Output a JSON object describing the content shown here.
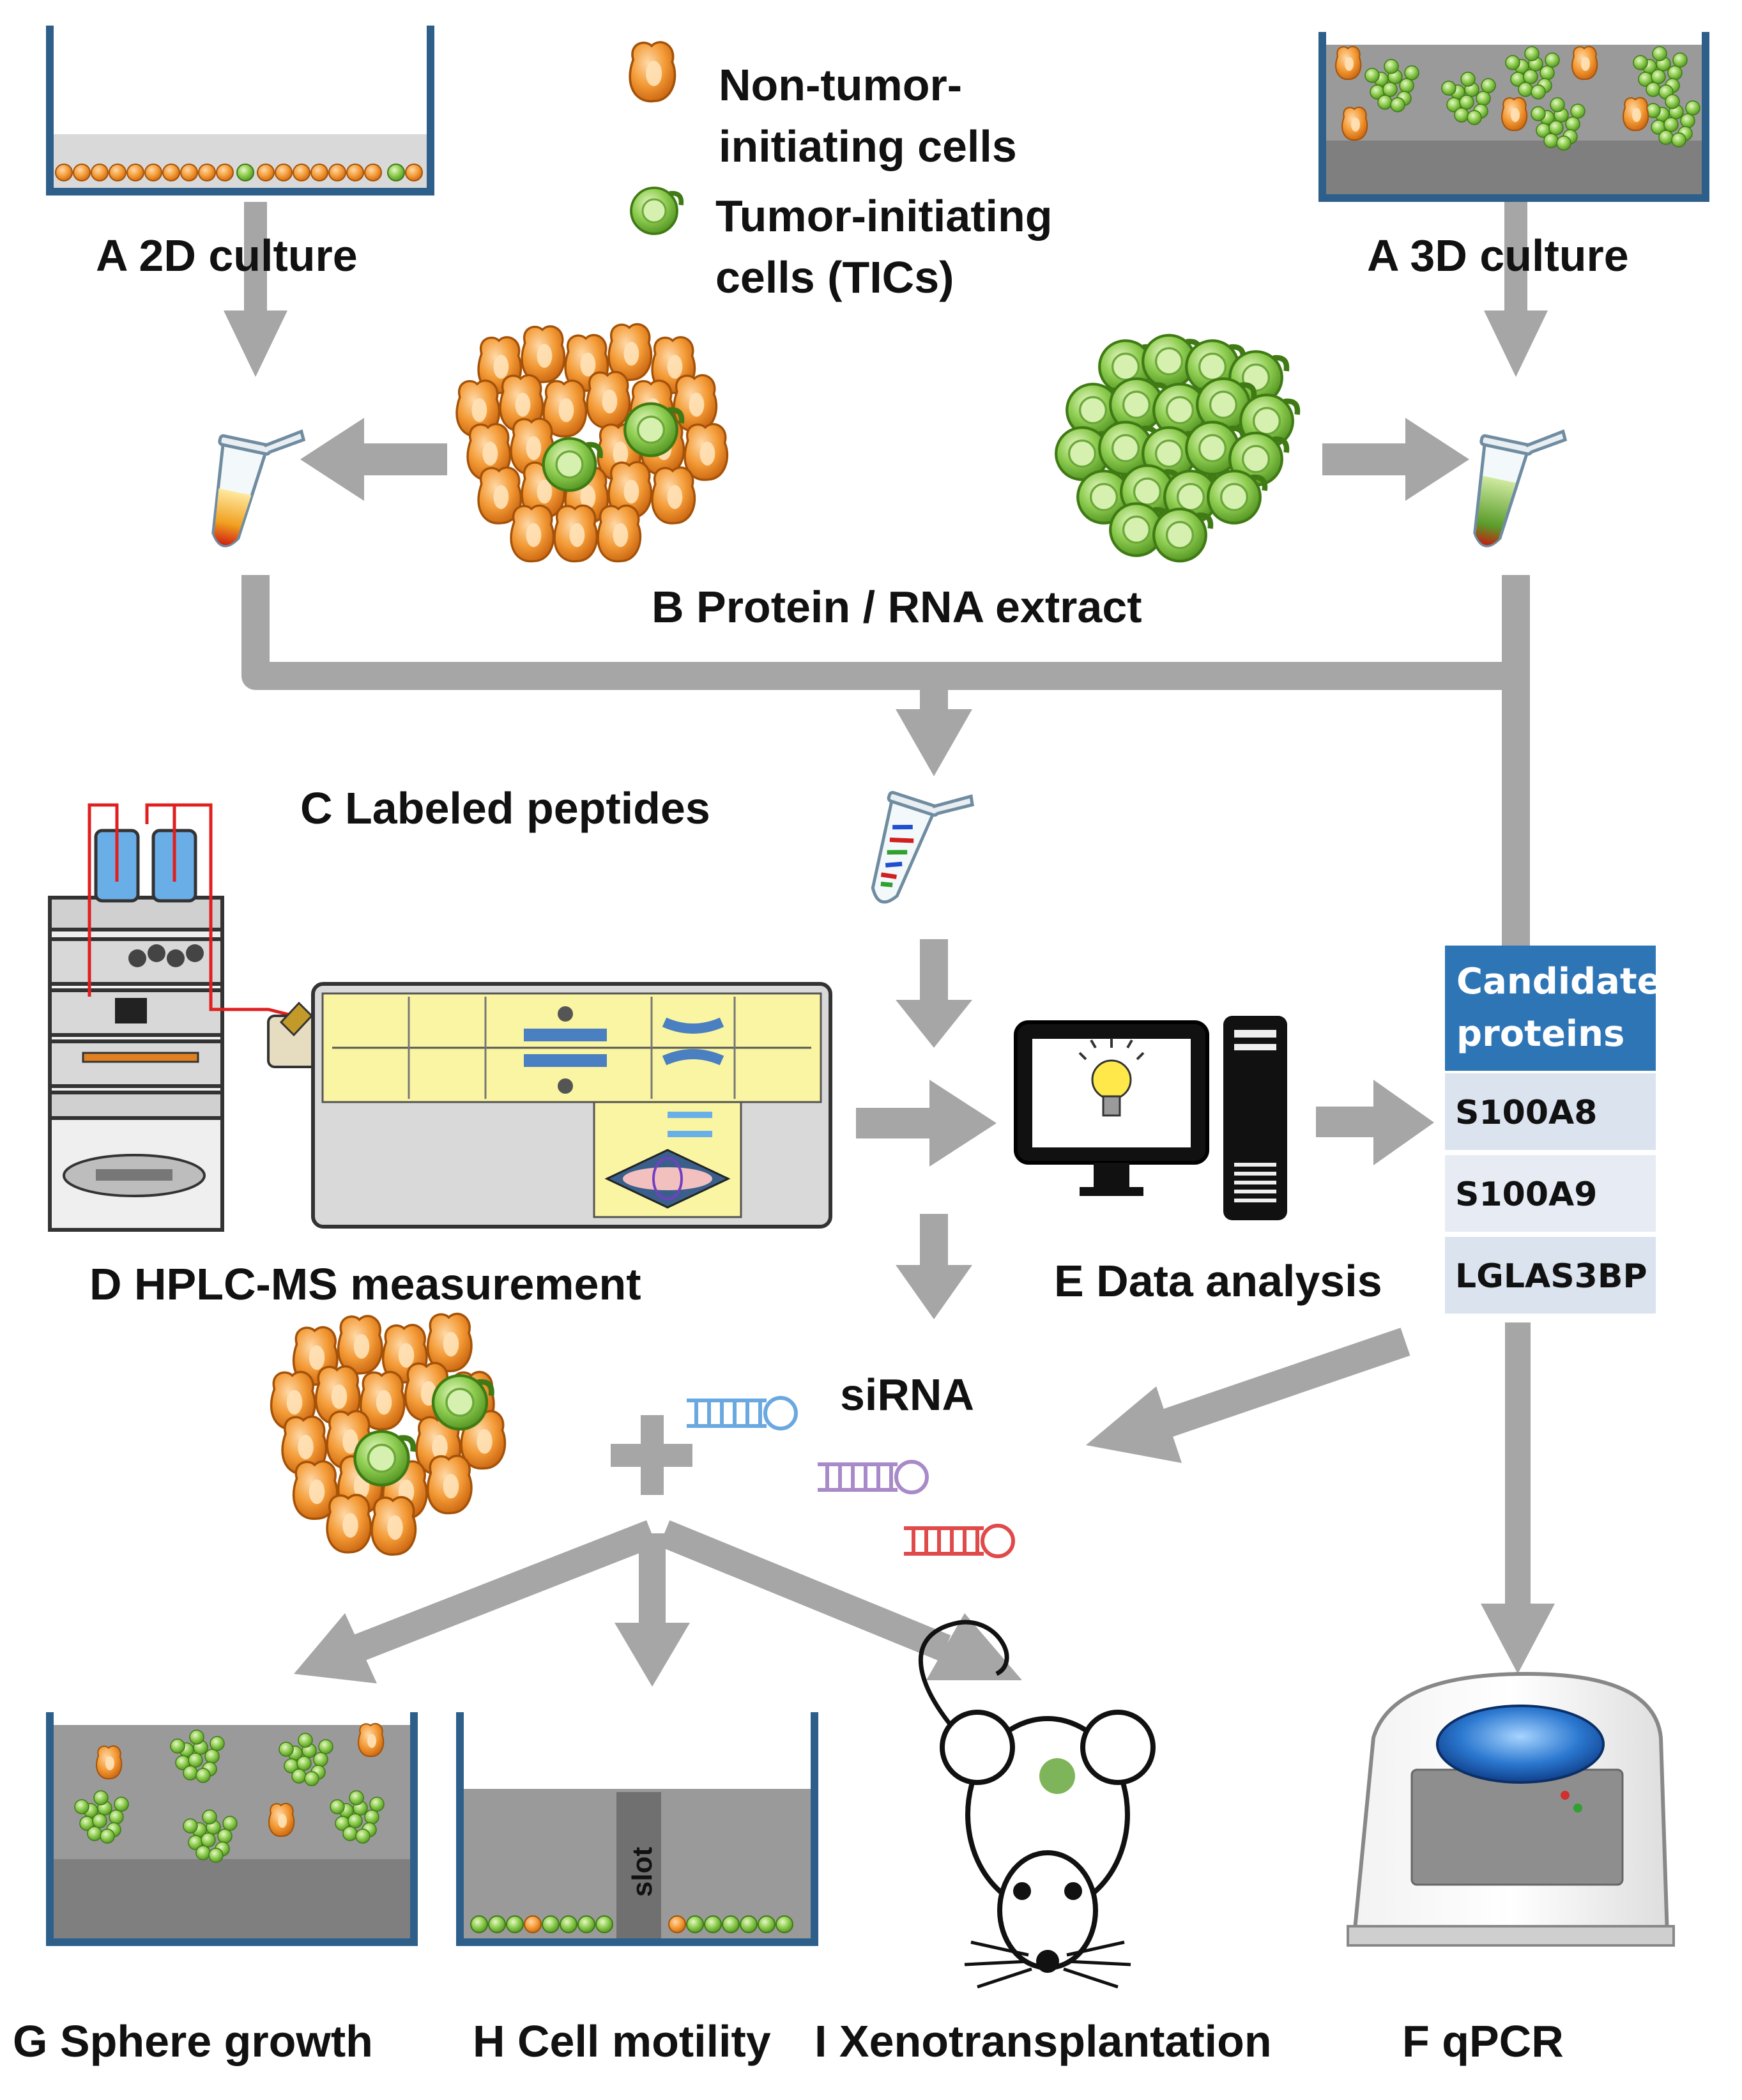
{
  "legend": {
    "non_tic": "Non-tumor-\ninitiating cells",
    "tic": "Tumor-initiating\ncells (TICs)"
  },
  "labels": {
    "a2d": "A 2D culture",
    "a3d": "A 3D culture",
    "b": "B Protein / RNA extract",
    "c": "C Labeled peptides",
    "d": "D HPLC-MS measurement",
    "e": "E Data analysis",
    "sirna": "siRNA",
    "g": "G Sphere growth",
    "h": "H Cell motility",
    "i": "I Xenotransplantation",
    "f": "F qPCR",
    "slot": "slot"
  },
  "candidate_table": {
    "header": "Candidate\nproteins",
    "rows": [
      "S100A8",
      "S100A9",
      "LGLAS3BP"
    ]
  },
  "colors": {
    "arrow": "#a6a6a6",
    "well_wall": "#2e5f8a",
    "non_tic_cell": "#f0922a",
    "tic_cell": "#7dc142",
    "table_header": "#2e75b6",
    "table_row": "#dbe3ef",
    "lc_panel": "#faf5a2"
  },
  "icons": [
    "orange-cell-icon",
    "green-cell-icon",
    "culture-well-icon",
    "tube-icon",
    "cell-cluster-icon",
    "lc-stack-icon",
    "mass-spectrometer-icon",
    "computer-monitor-icon",
    "lightbulb-icon",
    "tower-pc-icon",
    "sirna-hairpin-icon",
    "mouse-icon",
    "qpcr-machine-icon"
  ]
}
